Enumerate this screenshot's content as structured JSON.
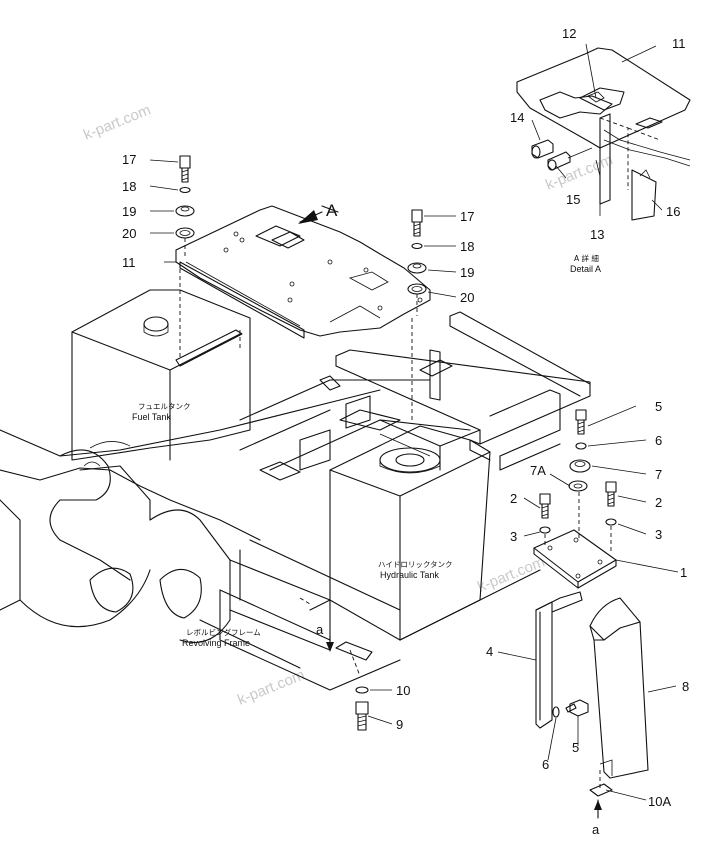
{
  "watermark": "k-part.com",
  "detail": {
    "title": "A",
    "jp": "A 詳 細",
    "label": "Detail A"
  },
  "tanks": {
    "fuel_jp": "フュエルタンク",
    "fuel": "Fuel  Tank",
    "hydraulic_jp": "ハイドロリックタンク",
    "hydraulic": "Hydraulic  Tank",
    "frame_jp": "レボルビングフレーム",
    "frame": "Revolving  Frame"
  },
  "callouts": {
    "c1": "1",
    "c2a": "2",
    "c2b": "2",
    "c3a": "3",
    "c3b": "3",
    "c4": "4",
    "c5a": "5",
    "c5b": "5",
    "c6a": "6",
    "c6b": "6",
    "c7": "7",
    "c7a": "7A",
    "c8": "8",
    "c9": "9",
    "c10": "10",
    "c10a": "10A",
    "c11a": "11",
    "c11b": "11",
    "c12": "12",
    "c13": "13",
    "c14": "14",
    "c15": "15",
    "c16": "16",
    "c17a": "17",
    "c17b": "17",
    "c18a": "18",
    "c18b": "18",
    "c19a": "19",
    "c19b": "19",
    "c20a": "20",
    "c20b": "20",
    "view_a_top": "a",
    "view_a_bottom": "a"
  }
}
